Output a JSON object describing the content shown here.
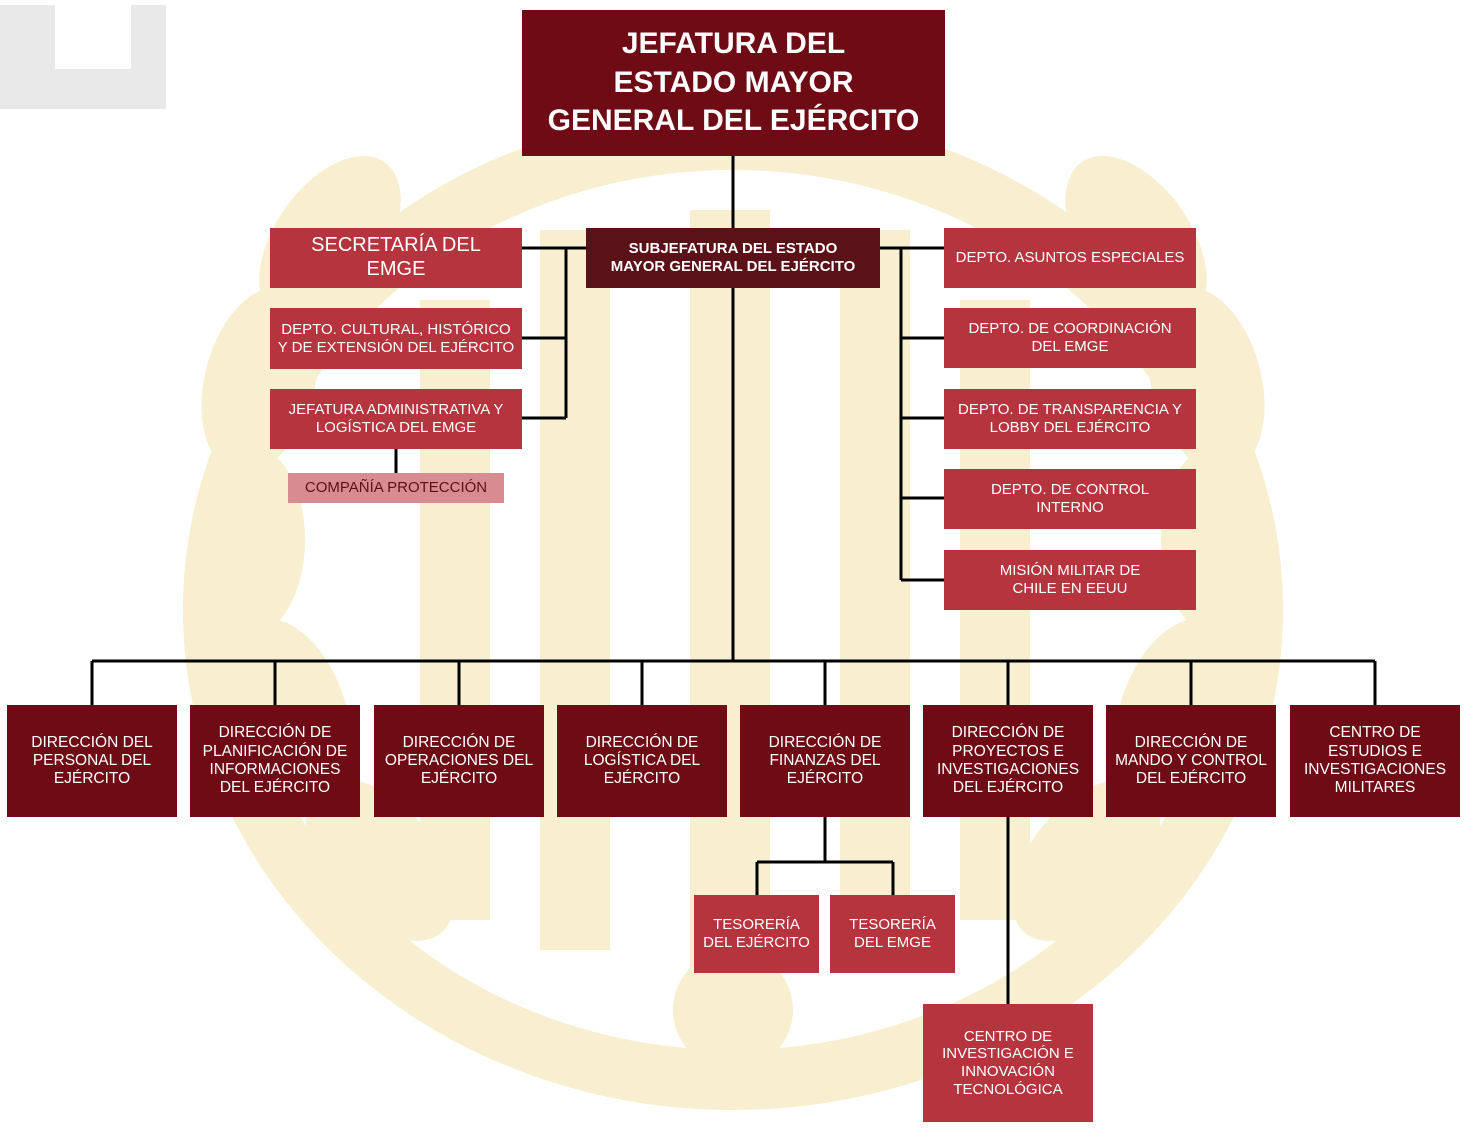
{
  "colors": {
    "top": "#6e0b14",
    "sub": "#5a1218",
    "staff": "#b5343e",
    "light": "#d98b92",
    "line": "#000000",
    "watermark": "#f7efcf"
  },
  "top": "JEFATURA DEL\nESTADO MAYOR\nGENERAL DEL EJÉRCITO",
  "sub": "SUBJEFATURA DEL ESTADO\nMAYOR GENERAL DEL EJÉRCITO",
  "left_staff": [
    "SECRETARÍA DEL\nEMGE",
    "DEPTO. CULTURAL, HISTÓRICO\nY DE EXTENSIÓN DEL EJÉRCITO",
    "JEFATURA ADMINISTRATIVA Y\nLOGÍSTICA DEL EMGE"
  ],
  "left_child": "COMPAÑÍA PROTECCIÓN",
  "right_staff": [
    "DEPTO. ASUNTOS ESPECIALES",
    "DEPTO. DE COORDINACIÓN\nDEL EMGE",
    "DEPTO. DE TRANSPARENCIA Y\nLOBBY DEL EJÉRCITO",
    "DEPTO. DE CONTROL\nINTERNO",
    "MISIÓN MILITAR DE\nCHILE EN EEUU"
  ],
  "directorates": [
    "DIRECCIÓN DEL\nPERSONAL DEL\nEJÉRCITO",
    "DIRECCIÓN DE\nPLANIFICACIÓN DE\nINFORMACIONES\nDEL EJÉRCITO",
    "DIRECCIÓN DE\nOPERACIONES DEL\nEJÉRCITO",
    "DIRECCIÓN DE\nLOGÍSTICA DEL\nEJÉRCITO",
    "DIRECCIÓN DE\nFINANZAS DEL\nEJÉRCITO",
    "DIRECCIÓN DE\nPROYECTOS E\nINVESTIGACIONES\nDEL  EJÉRCITO",
    "DIRECCIÓN DE\nMANDO Y CONTROL\nDEL EJÉRCITO",
    "CENTRO DE\nESTUDIOS E\nINVESTIGACIONES\nMILITARES"
  ],
  "finance_children": [
    "TESORERÍA\nDEL EJÉRCITO",
    "TESORERÍA\nDEL EMGE"
  ],
  "projects_child": "CENTRO DE\nINVESTIGACIÓN E\nINNOVACIÓN\nTECNOLÓGICA"
}
